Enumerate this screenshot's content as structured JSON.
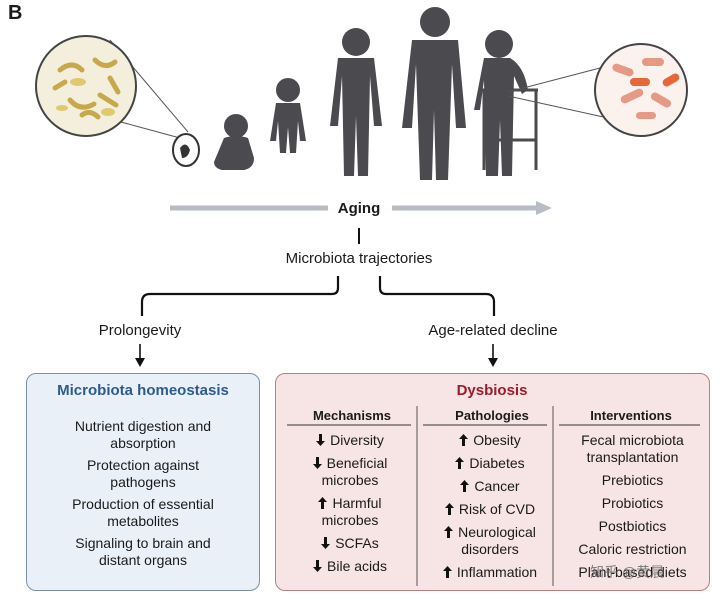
{
  "panel_label": "B",
  "top": {
    "aging_label": "Aging",
    "trajectories_label": "Microbiota trajectories",
    "left_branch": "Prolongevity",
    "right_branch": "Age-related decline"
  },
  "left_box": {
    "title": "Microbiota homeostasis",
    "title_color": "#2d5a8c",
    "items": [
      [
        "Nutrient digestion and",
        "absorption"
      ],
      [
        "Protection against",
        "pathogens"
      ],
      [
        "Production of essential",
        "metabolites"
      ],
      [
        "Signaling to brain and",
        "distant organs"
      ]
    ]
  },
  "right_box": {
    "title": "Dysbiosis",
    "title_color": "#9c1c2a",
    "columns": {
      "mechanisms": {
        "header": "Mechanisms",
        "items": [
          {
            "dir": "down",
            "lines": [
              "Diversity"
            ]
          },
          {
            "dir": "down",
            "lines": [
              "Beneficial",
              "microbes"
            ]
          },
          {
            "dir": "up",
            "lines": [
              "Harmful",
              "microbes"
            ]
          },
          {
            "dir": "down",
            "lines": [
              "SCFAs"
            ]
          },
          {
            "dir": "down",
            "lines": [
              "Bile acids"
            ]
          }
        ]
      },
      "pathologies": {
        "header": "Pathologies",
        "items": [
          {
            "dir": "up",
            "lines": [
              "Obesity"
            ]
          },
          {
            "dir": "up",
            "lines": [
              "Diabetes"
            ]
          },
          {
            "dir": "up",
            "lines": [
              "Cancer"
            ]
          },
          {
            "dir": "up",
            "lines": [
              "Risk of CVD"
            ]
          },
          {
            "dir": "up",
            "lines": [
              "Neurological",
              "disorders"
            ]
          },
          {
            "dir": "up",
            "lines": [
              "Inflammation"
            ]
          }
        ]
      },
      "interventions": {
        "header": "Interventions",
        "items": [
          [
            "Fecal microbiota",
            "transplantation"
          ],
          [
            "Prebiotics"
          ],
          [
            "Probiotics"
          ],
          [
            "Postbiotics"
          ],
          [
            "Caloric restriction"
          ],
          [
            "Plant-based diets"
          ]
        ]
      }
    }
  },
  "watermark": "知乎 @黄晨",
  "colors": {
    "silhouette": "#4a4a4f",
    "aging_arrow": "#b8bcc4"
  }
}
